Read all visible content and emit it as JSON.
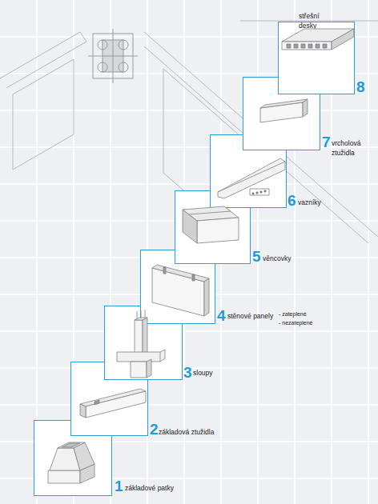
{
  "diagram": {
    "nodes": [
      {
        "text": [
          "1",
          "základové patky"
        ]
      },
      {
        "text": [
          "2",
          "základová ztužidla"
        ]
      },
      {
        "text": [
          "3",
          "sloupy"
        ]
      },
      {
        "text": [
          "4",
          "stěnové panely",
          "- zateplené",
          "- nezateplené"
        ]
      },
      {
        "text": [
          "5",
          "věncovky"
        ]
      },
      {
        "text": [
          "6",
          "vazníky"
        ]
      },
      {
        "text": [
          "7",
          "vrcholová ztužidla"
        ]
      },
      {
        "text": [
          "8",
          "střešní desky"
        ]
      }
    ]
  }
}
